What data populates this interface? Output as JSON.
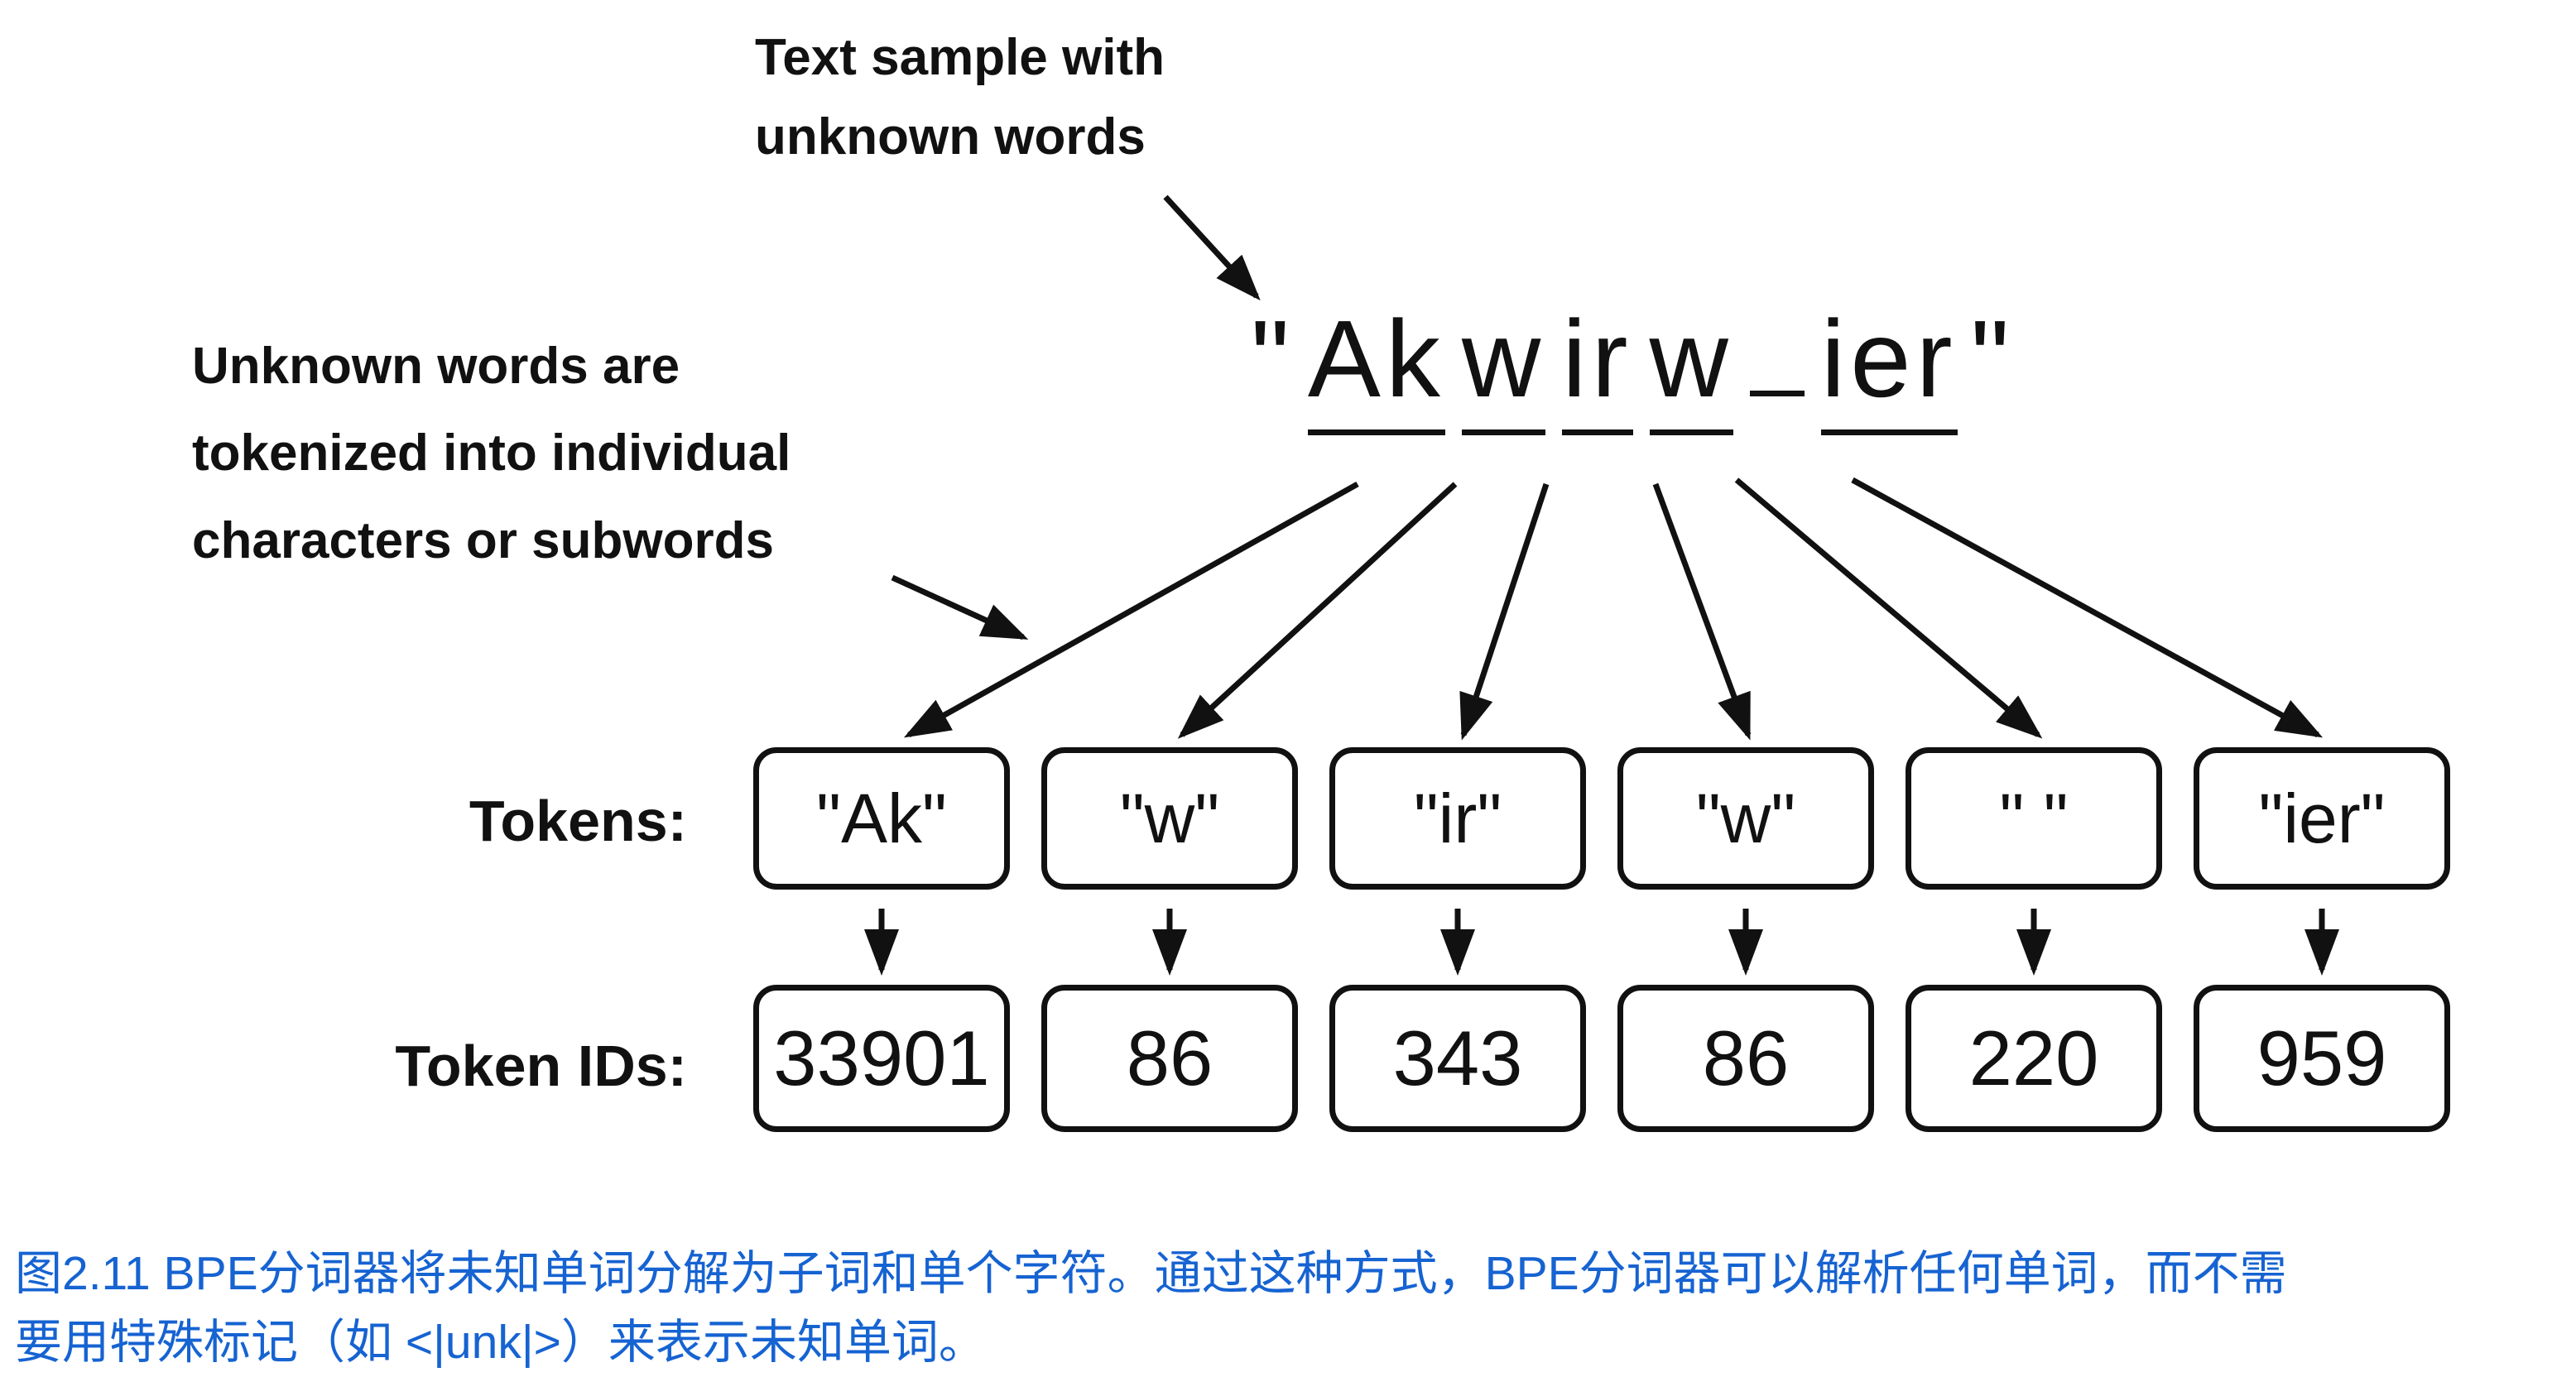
{
  "annotations": {
    "top_lines": [
      "Text sample with",
      "unknown words"
    ],
    "left_lines": [
      "Unknown words are",
      "tokenized into individual",
      "characters or subwords"
    ]
  },
  "sample": {
    "open_quote": "\"",
    "close_quote": "\"",
    "segments": [
      "Ak",
      "w",
      "ir",
      "w",
      " ",
      "ier"
    ]
  },
  "labels": {
    "tokens": "Tokens:",
    "token_ids": "Token IDs:"
  },
  "tokens": [
    "\"Ak\"",
    "\"w\"",
    "\"ir\"",
    "\"w\"",
    "\" \"",
    "\"ier\""
  ],
  "token_ids": [
    "33901",
    "86",
    "343",
    "86",
    "220",
    "959"
  ],
  "caption": {
    "line1": "图2.11 BPE分词器将未知单词分解为子词和单个字符。通过这种方式，BPE分词器可以解析任何单词，而不需",
    "line2": "要用特殊标记（如 <|unk|>）来表示未知单词。",
    "color": "#1663d2"
  },
  "colors": {
    "ink": "#111111",
    "background": "#ffffff"
  }
}
